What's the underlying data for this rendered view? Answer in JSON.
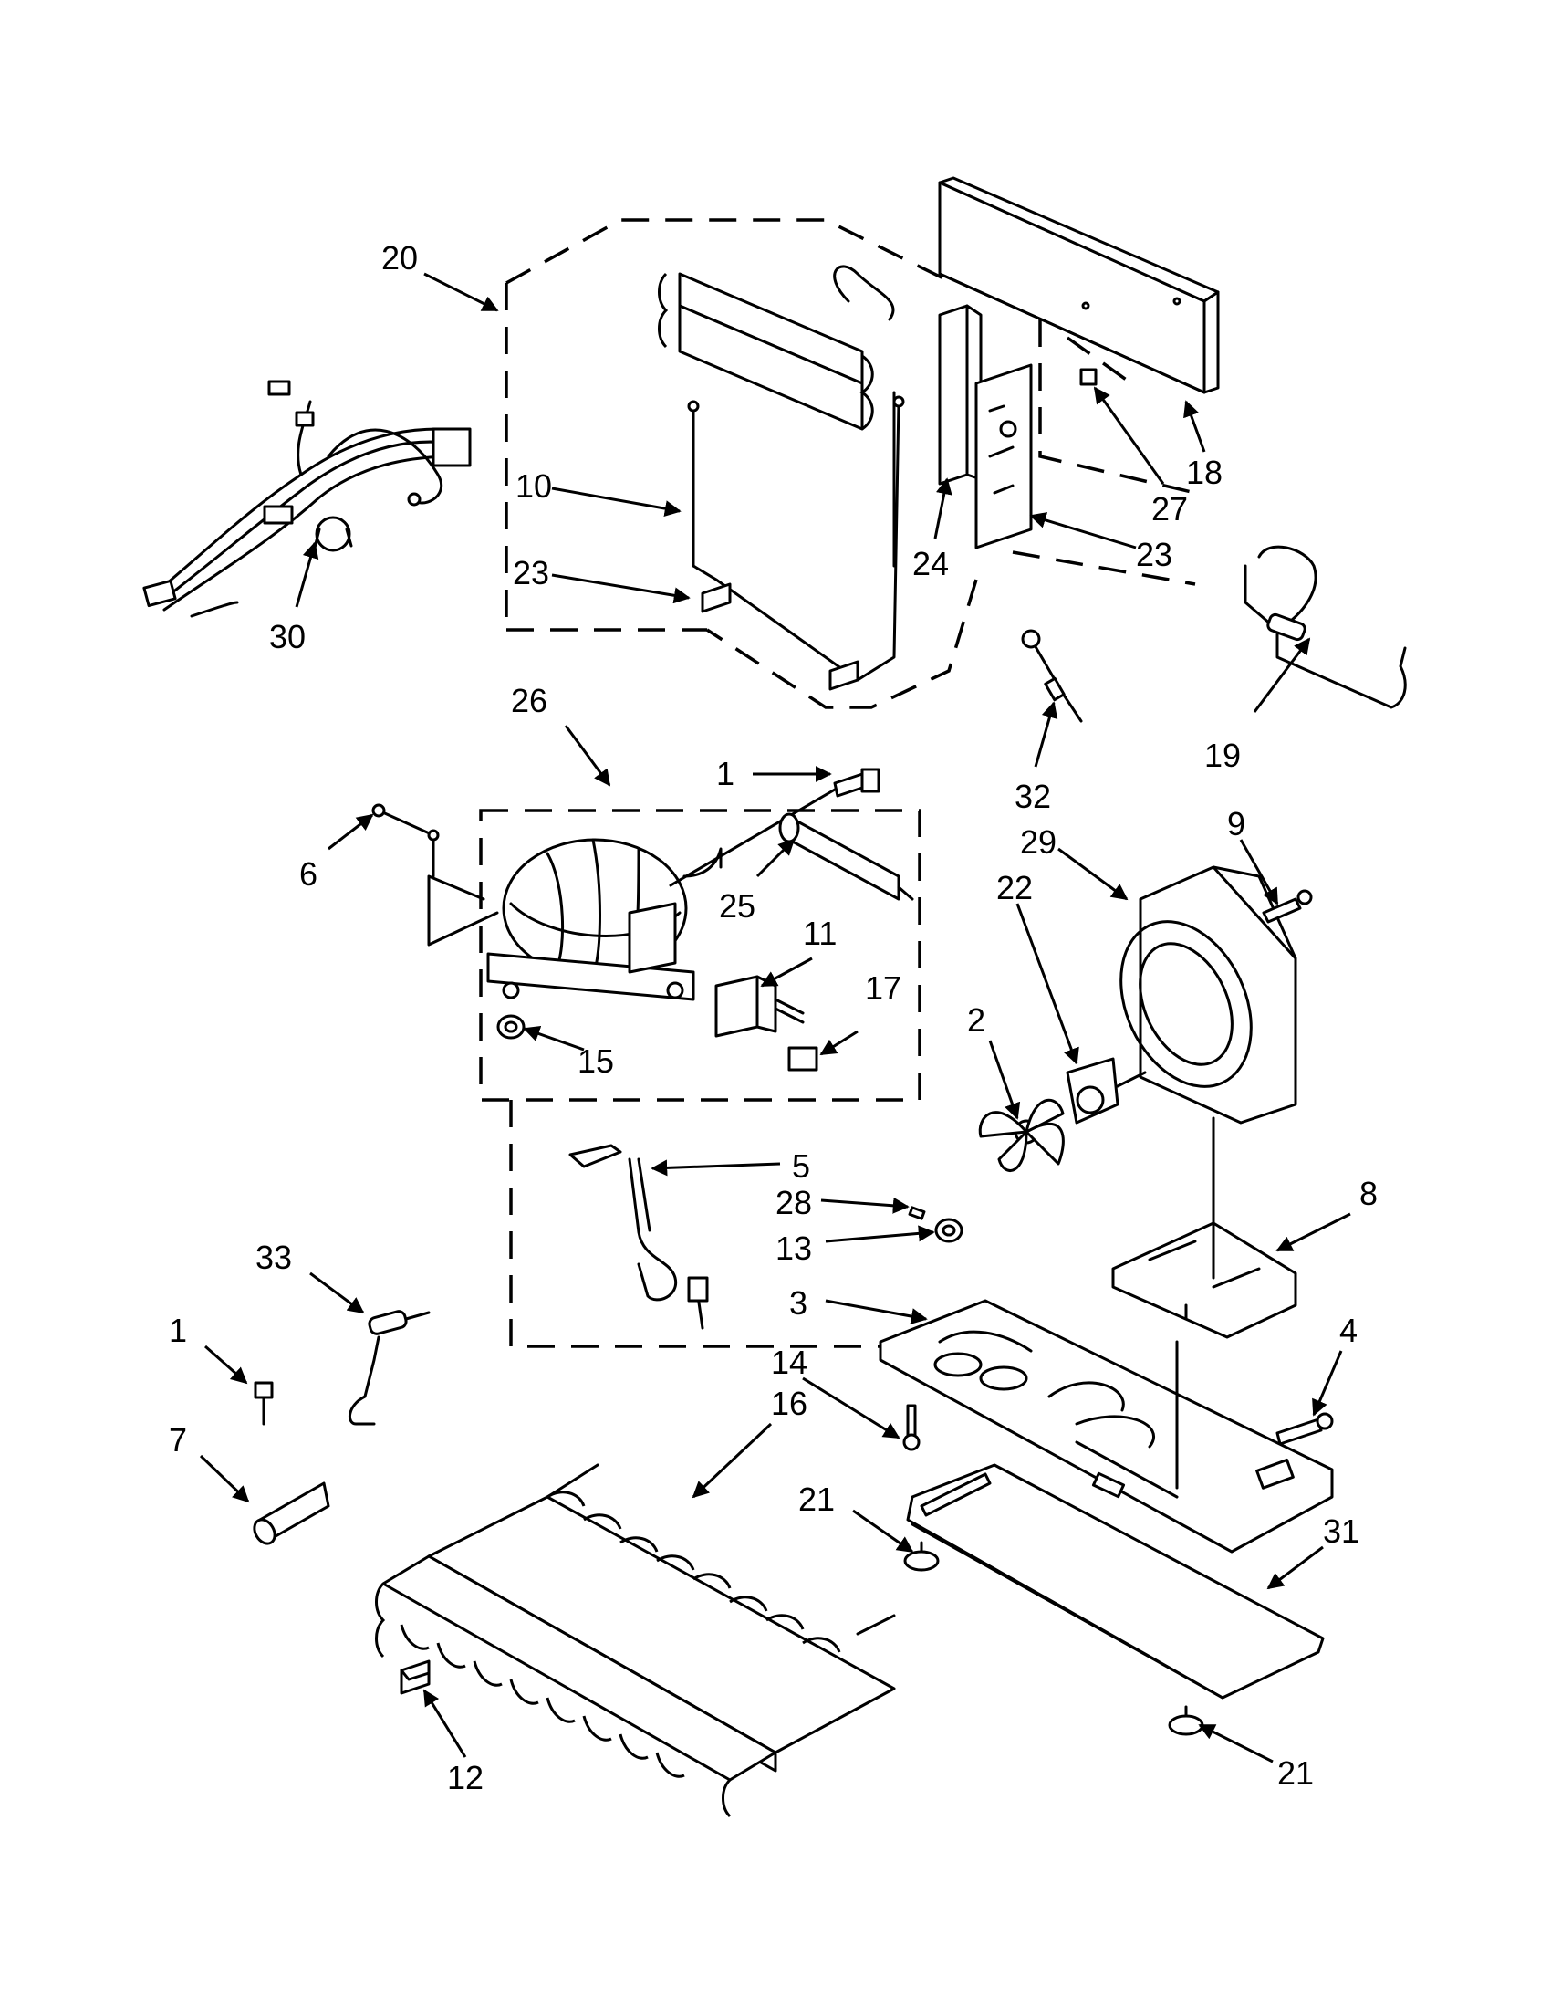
{
  "callouts": [
    "20",
    "10",
    "23",
    "30",
    "24",
    "23",
    "27",
    "18",
    "19",
    "32",
    "26",
    "1",
    "6",
    "25",
    "11",
    "15",
    "17",
    "2",
    "22",
    "29",
    "9",
    "5",
    "28",
    "13",
    "8",
    "3",
    "33",
    "1",
    "14",
    "16",
    "4",
    "7",
    "21",
    "31",
    "12",
    "21"
  ]
}
